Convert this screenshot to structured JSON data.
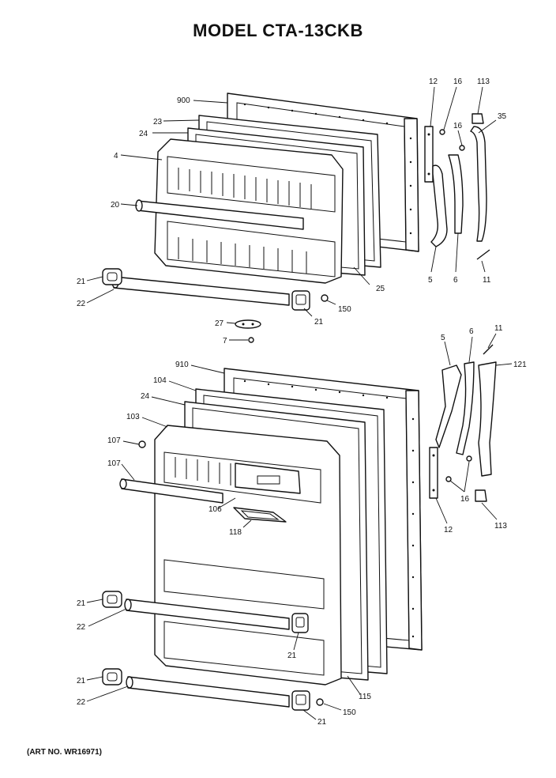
{
  "title": "MODEL CTA-13CKB",
  "footer": "(ART NO. WR16971)",
  "top_door_labels": {
    "l900": "900",
    "l23": "23",
    "l24": "24",
    "l4": "4",
    "l20": "20",
    "l21a": "21",
    "l22": "22",
    "l21b": "21",
    "l27": "27",
    "l7": "7",
    "l150": "150",
    "l25": "25",
    "l12": "12",
    "l16a": "16",
    "l16b": "16",
    "l113": "113",
    "l35": "35",
    "l5": "5",
    "l6": "6",
    "l11": "11"
  },
  "bottom_door_labels": {
    "l910": "910",
    "l104": "104",
    "l24": "24",
    "l103": "103",
    "l107a": "107",
    "l107b": "107",
    "l106": "106",
    "l118": "118",
    "l21a": "21",
    "l22a": "22",
    "l21b": "21",
    "l21c": "21",
    "l22b": "22",
    "l21d": "21",
    "l150": "150",
    "l115": "115",
    "l5": "5",
    "l6": "6",
    "l11": "11",
    "l121": "121",
    "l12": "12",
    "l16": "16",
    "l113": "113"
  }
}
